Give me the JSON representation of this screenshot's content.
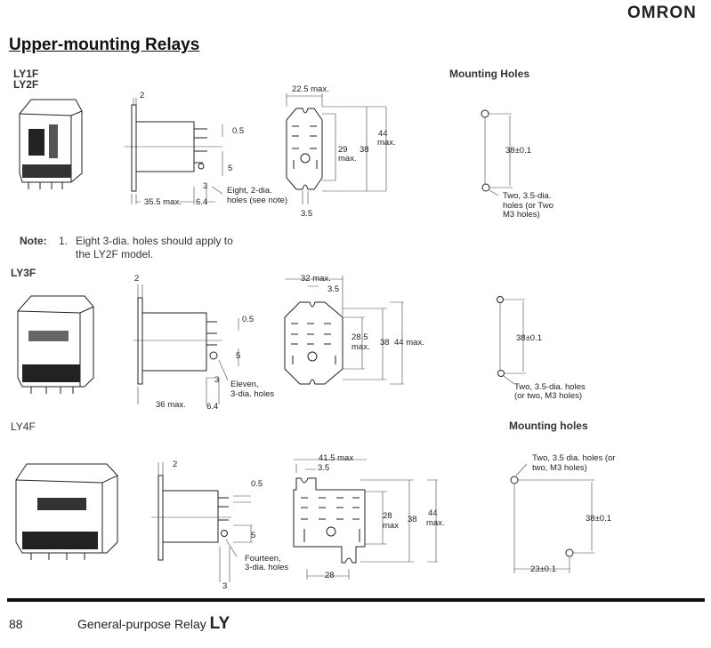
{
  "header": {
    "brand": "OMRON",
    "title": "Upper-mounting Relays"
  },
  "section1": {
    "models": [
      "LY1F",
      "LY2F"
    ],
    "side": {
      "dim_flange": "2",
      "dim_pin": "0.5",
      "dim_pitch": "5",
      "dim_hole": "3",
      "hole_note_1": "Eight, 2-dia.",
      "hole_note_2": "holes (see note)",
      "dim_length": "35.5 max.",
      "dim_terminal": "6.4"
    },
    "front": {
      "dim_width": "22.5 max.",
      "dim_inner": "29",
      "dim_inner_max": "max.",
      "dim_mount": "38",
      "dim_height": "44",
      "dim_height_max": "max.",
      "dim_slot": "3.5"
    },
    "mounting": {
      "title": "Mounting Holes",
      "dim": "38±0.1",
      "note_1": "Two, 3.5-dia.",
      "note_2": "holes (or Two",
      "note_3": "M3 holes)"
    },
    "note": {
      "label": "Note:",
      "number": "1.",
      "line_1": "Eight 3-dia. holes should apply to",
      "line_2": "the LY2F model."
    }
  },
  "section2": {
    "model": "LY3F",
    "side": {
      "dim_flange": "2",
      "dim_pin": "0.5",
      "dim_pitch": "5",
      "dim_hole": "3",
      "hole_note_1": "Eleven,",
      "hole_note_2": "3-dia. holes",
      "dim_length": "36 max.",
      "dim_terminal": "6.4"
    },
    "front": {
      "dim_width": "32 max.",
      "dim_slot": "3.5",
      "dim_inner": "28.5",
      "dim_inner_max": "max.",
      "dim_mount": "38",
      "dim_height": "44 max."
    },
    "mounting": {
      "dim": "38±0.1",
      "note_1": "Two, 3.5-dia. holes",
      "note_2": "(or two, M3 holes)"
    }
  },
  "section3": {
    "model": "LY4F",
    "side": {
      "dim_flange": "2",
      "dim_pin": "0.5",
      "dim_pitch": "5",
      "hole_note_1": "Fourteen,",
      "hole_note_2": "3-dia. holes",
      "dim_hole": "3"
    },
    "front": {
      "dim_width": "41.5 max",
      "dim_slot": "3.5",
      "dim_inner": "28",
      "dim_inner_max": "max",
      "dim_mount": "38",
      "dim_height": "44",
      "dim_height_max": "max.",
      "dim_bottom": "28"
    },
    "mounting": {
      "title": "Mounting holes",
      "note_1": "Two, 3.5 dia. holes (or",
      "note_2": "two, M3 holes)",
      "dim_v": "38±0.1",
      "dim_h": "23±0.1"
    }
  },
  "footer": {
    "page": "88",
    "text": "General-purpose Relay",
    "product": "LY"
  }
}
